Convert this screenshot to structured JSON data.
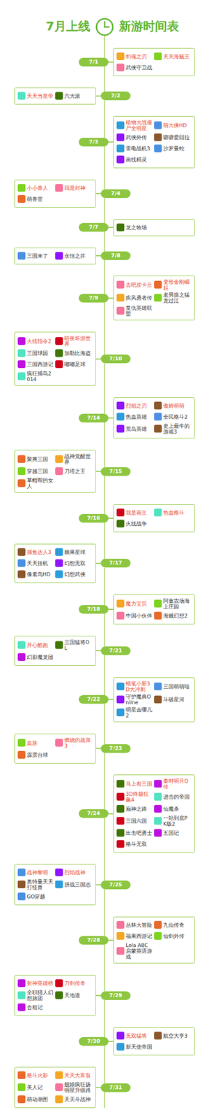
{
  "diagram": {
    "title": "7月上线",
    "nodes": [
      {
        "text": [
          "7/1"
        ]
      },
      {
        "text": [
          "剑魂之刃",
          "天天海贼王",
          "武侠守卫战"
        ]
      },
      {
        "text": [
          "7/2"
        ]
      },
      {
        "text": [
          "天天当皇帝",
          "六大派"
        ]
      },
      {
        "text": [
          "7/3"
        ]
      },
      {
        "text": [
          "植物大战僵尸全明星",
          "萌大侠HD",
          "武侠外传",
          "噼噼爱回拉",
          "雷电战机3",
          "沙罗曼蛇",
          "画线精灵"
        ]
      },
      {
        "text": [
          "7/4"
        ]
      },
      {
        "text": [
          "小小兽人",
          "我是封神",
          "萌兽堂"
        ]
      },
      {
        "text": [
          "7/7"
        ]
      },
      {
        "text": [
          "龙之牧场"
        ]
      },
      {
        "text": [
          "7/8"
        ]
      },
      {
        "text": [
          "三国来了",
          "永恒之井"
        ]
      },
      {
        "text": [
          "7/9"
        ]
      },
      {
        "text": [
          "去吧皮卡丘",
          "变形金刚崛起",
          "疾风勇者传",
          "老男孩之猛龙过江",
          "复仇英雄联盟"
        ]
      },
      {
        "text": [
          "7/10"
        ]
      },
      {
        "text": [
          "火线指令2",
          "暗夜坏游世界",
          "三国球园",
          "加勒比海盗",
          "三国西游记",
          "嘟嘟足球",
          "疯狂捕鸟2014"
        ]
      },
      {
        "text": [
          "7/14"
        ]
      },
      {
        "text": [
          "烈焰之刃",
          "傲娇萌萌",
          "热血英雄",
          "全民格斗2",
          "荒岛英雄",
          "史上最牛的游戏3"
        ]
      },
      {
        "text": [
          "7/15"
        ]
      },
      {
        "text": [
          "聚爽三国",
          "战神觉醒世界",
          "穿越三国",
          "刀塔之王",
          "草帽帮的女人"
        ]
      },
      {
        "text": [
          "7/16"
        ]
      },
      {
        "text": [
          "我是霸主",
          "热血格斗",
          "火线战争"
        ]
      },
      {
        "text": [
          "7/17"
        ]
      },
      {
        "text": [
          "捕鱼达人3",
          "糖果星球",
          "天天挂机",
          "幻想无双",
          "像素鸟HD",
          "幻想武侠"
        ]
      },
      {
        "text": [
          "7/18"
        ]
      },
      {
        "text": [
          "魔力宝贝",
          "阿童农场海上庄园",
          "中国小伙伴",
          "海贼幻想2"
        ]
      },
      {
        "text": [
          "7/21"
        ]
      },
      {
        "text": [
          "开心酷跑",
          "三国猛将OL",
          "幻影魔龙团"
        ]
      },
      {
        "text": [
          "7/22"
        ]
      },
      {
        "text": [
          "蜡笔小新3D大冲刺",
          "三国萌萌哒",
          "守护魔典Online",
          "斗破星河",
          "明星去哪儿2"
        ]
      },
      {
        "text": [
          "7/23"
        ]
      },
      {
        "text": [
          "血族",
          "燃烧的蔬菜3",
          "霹雳台球"
        ]
      },
      {
        "text": [
          "7/24"
        ]
      },
      {
        "text": [
          "马上有三国",
          "秦时明月Q传",
          "3D终极狂飙4",
          "进击的帝国",
          "巅神之路",
          "仙魔杀",
          "三国六国",
          "一站到底PK版2",
          "出击吧勇士",
          "五国记",
          "格斗无双"
        ]
      },
      {
        "text": [
          "7/25"
        ]
      },
      {
        "text": [
          "战神黎明",
          "烈焰战神",
          "奥特曼天天打怪兽",
          "拼战三国志",
          "GO穿越"
        ]
      },
      {
        "text": [
          "7/28"
        ]
      },
      {
        "text": [
          "丛林大冒险",
          "九仙传奇",
          "福果西游记",
          "仙剑外传",
          "Lola ABC启蒙英语游戏"
        ]
      },
      {
        "text": [
          "7/29"
        ]
      },
      {
        "text": [
          "射神英雄榜",
          "刀剑传奇",
          "全职猎人幻想旅团",
          "天地道",
          "合租记"
        ]
      },
      {
        "text": [
          "7/30"
        ]
      },
      {
        "text": [
          "无双猛将",
          "航空大亨3",
          "新天使帝国"
        ]
      },
      {
        "text": [
          "7/31"
        ]
      },
      {
        "text": [
          "格斗火影",
          "天天大富翁",
          "美人记",
          "舰娘疯狂扬明星升级路",
          "萌动潮图",
          "天天斗战神"
        ]
      }
    ],
    "edges": [
      {
        "from": 0,
        "to": 1,
        "arrow": "none"
      },
      {
        "from": 0,
        "to": 2,
        "arrow": "none"
      },
      {
        "from": 2,
        "to": 3,
        "arrow": "none"
      },
      {
        "from": 2,
        "to": 4,
        "arrow": "none"
      },
      {
        "from": 4,
        "to": 5,
        "arrow": "none"
      },
      {
        "from": 4,
        "to": 6,
        "arrow": "none"
      },
      {
        "from": 6,
        "to": 7,
        "arrow": "none"
      },
      {
        "from": 6,
        "to": 8,
        "arrow": "none"
      },
      {
        "from": 8,
        "to": 9,
        "arrow": "none"
      },
      {
        "from": 8,
        "to": 10,
        "arrow": "none"
      },
      {
        "from": 10,
        "to": 11,
        "arrow": "none"
      },
      {
        "from": 10,
        "to": 12,
        "arrow": "none"
      },
      {
        "from": 12,
        "to": 13,
        "arrow": "none"
      },
      {
        "from": 12,
        "to": 14,
        "arrow": "none"
      },
      {
        "from": 14,
        "to": 15,
        "arrow": "none"
      },
      {
        "from": 14,
        "to": 16,
        "arrow": "none"
      },
      {
        "from": 16,
        "to": 17,
        "arrow": "none"
      },
      {
        "from": 16,
        "to": 18,
        "arrow": "none"
      },
      {
        "from": 18,
        "to": 19,
        "arrow": "none"
      },
      {
        "from": 18,
        "to": 20,
        "arrow": "none"
      },
      {
        "from": 20,
        "to": 21,
        "arrow": "none"
      },
      {
        "from": 20,
        "to": 22,
        "arrow": "none"
      },
      {
        "from": 22,
        "to": 23,
        "arrow": "none"
      },
      {
        "from": 22,
        "to": 24,
        "arrow": "none"
      },
      {
        "from": 24,
        "to": 25,
        "arrow": "none"
      },
      {
        "from": 24,
        "to": 26,
        "arrow": "none"
      },
      {
        "from": 26,
        "to": 27,
        "arrow": "none"
      },
      {
        "from": 26,
        "to": 28,
        "arrow": "none"
      },
      {
        "from": 28,
        "to": 29,
        "arrow": "none"
      },
      {
        "from": 28,
        "to": 30,
        "arrow": "none"
      },
      {
        "from": 30,
        "to": 31,
        "arrow": "none"
      },
      {
        "from": 30,
        "to": 32,
        "arrow": "none"
      },
      {
        "from": 32,
        "to": 33,
        "arrow": "none"
      },
      {
        "from": 32,
        "to": 34,
        "arrow": "none"
      },
      {
        "from": 34,
        "to": 35,
        "arrow": "none"
      },
      {
        "from": 34,
        "to": 36,
        "arrow": "none"
      },
      {
        "from": 36,
        "to": 37,
        "arrow": "none"
      },
      {
        "from": 36,
        "to": 38,
        "arrow": "none"
      },
      {
        "from": 38,
        "to": 39,
        "arrow": "none"
      },
      {
        "from": 38,
        "to": 40,
        "arrow": "none"
      },
      {
        "from": 40,
        "to": 41,
        "arrow": "none"
      },
      {
        "from": 40,
        "to": 42,
        "arrow": "none"
      },
      {
        "from": 42,
        "to": 43,
        "arrow": "none"
      }
    ],
    "labels": [
      "新游时间表"
    ]
  }
}
